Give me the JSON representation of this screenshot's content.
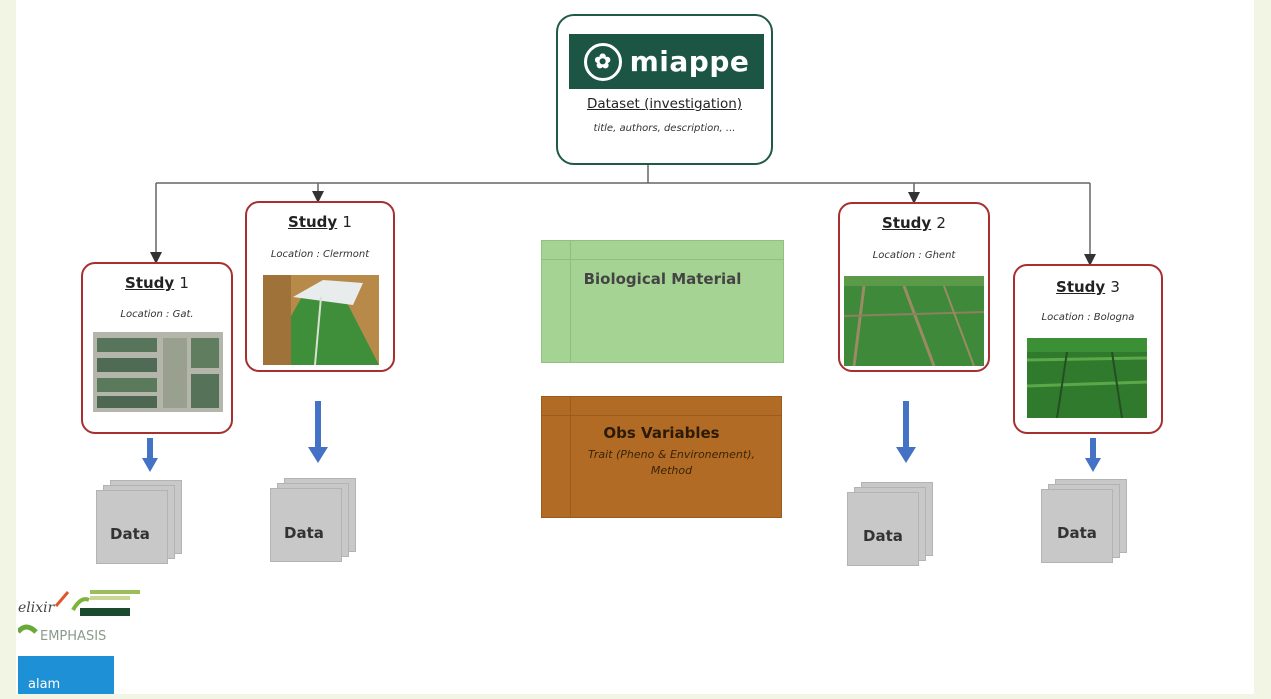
{
  "root": {
    "logo_text": "miappe",
    "title": "Dataset (investigation)",
    "subtitle": "title, authors, description, ..."
  },
  "studies": [
    {
      "word": "Study",
      "number": "1",
      "location": "Location : Gat."
    },
    {
      "word": "Study",
      "number": "1",
      "location": "Location : Clermont"
    },
    {
      "word": "Study",
      "number": "2",
      "location": "Location : Ghent"
    },
    {
      "word": "Study",
      "number": "3",
      "location": "Location : Bologna"
    }
  ],
  "data_label": "Data",
  "biological_material": "Biological Material",
  "obs_variables": {
    "title": "Obs Variables",
    "subtitle": "Trait (Pheno & Environement), Method"
  },
  "logos": {
    "elixir": "elixir",
    "emphasis": "EMPHASIS",
    "other": "alam"
  },
  "colors": {
    "root_border": "#1f5a45",
    "study_border": "#a63030",
    "arrow": "#4472c4",
    "bio_fill": "#a5d393",
    "obs_fill": "#b26b24"
  }
}
